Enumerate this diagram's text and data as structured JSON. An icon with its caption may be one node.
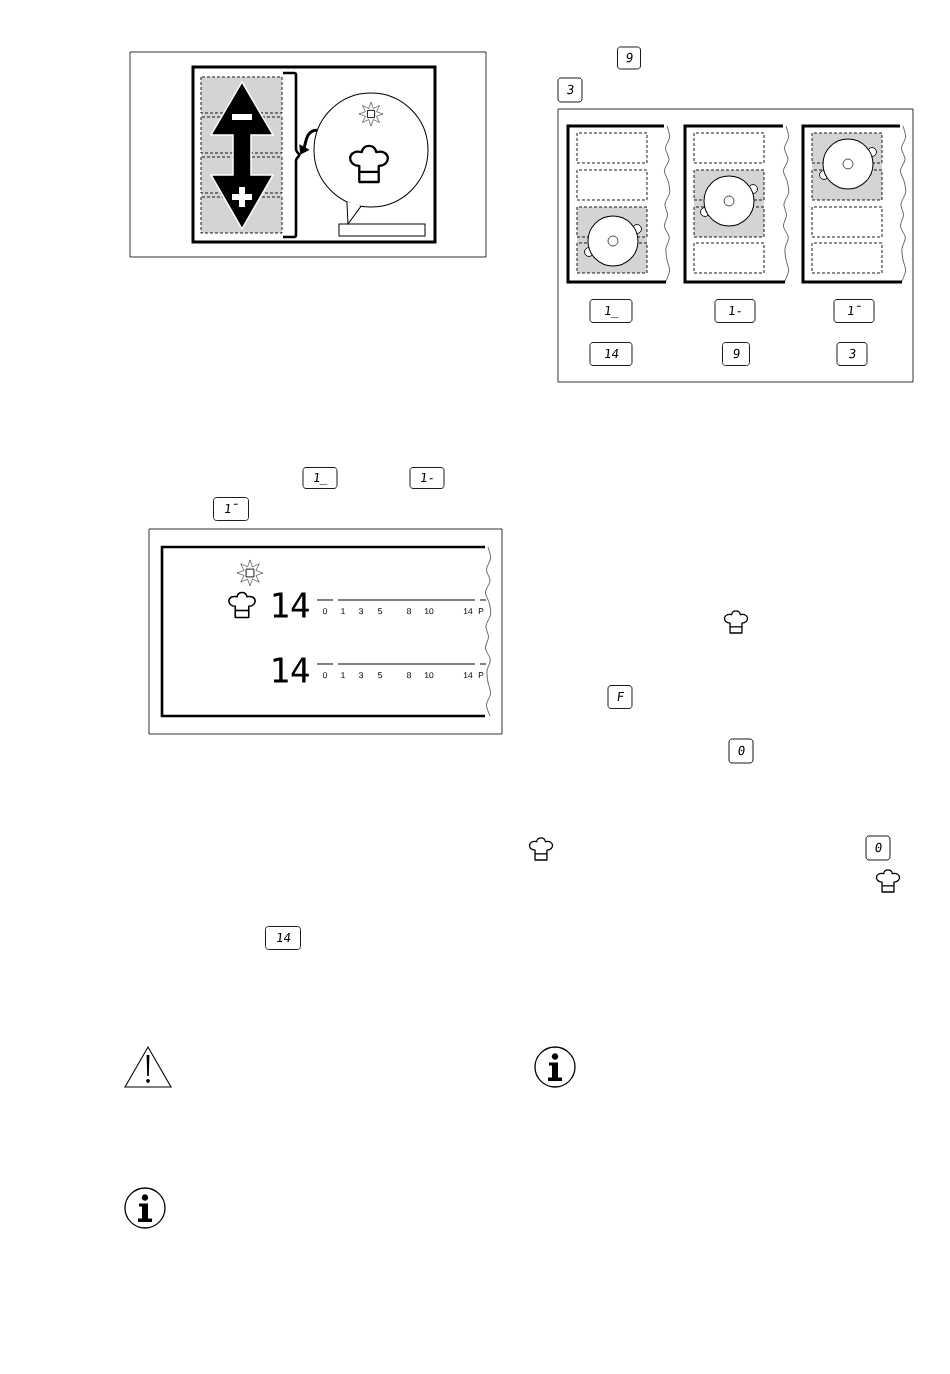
{
  "diagram": {
    "nodes": [
      {
        "text": [],
        "shape": "bubble"
      },
      {
        "text": [],
        "shape": "bar"
      }
    ],
    "edges": [
      {
        "from": 0,
        "to": 1,
        "arrow": "to"
      }
    ],
    "labels": [
      "1_",
      "1-",
      "1¯",
      "14",
      "0",
      "1",
      "3",
      "5",
      "8",
      "10",
      "14",
      "P",
      "14",
      "0",
      "1",
      "3",
      "5",
      "8",
      "10",
      "14",
      "P",
      "14",
      "9",
      "3",
      "1_",
      "1-",
      "1¯",
      "14",
      "9",
      "3",
      "F",
      "0",
      "0"
    ]
  }
}
